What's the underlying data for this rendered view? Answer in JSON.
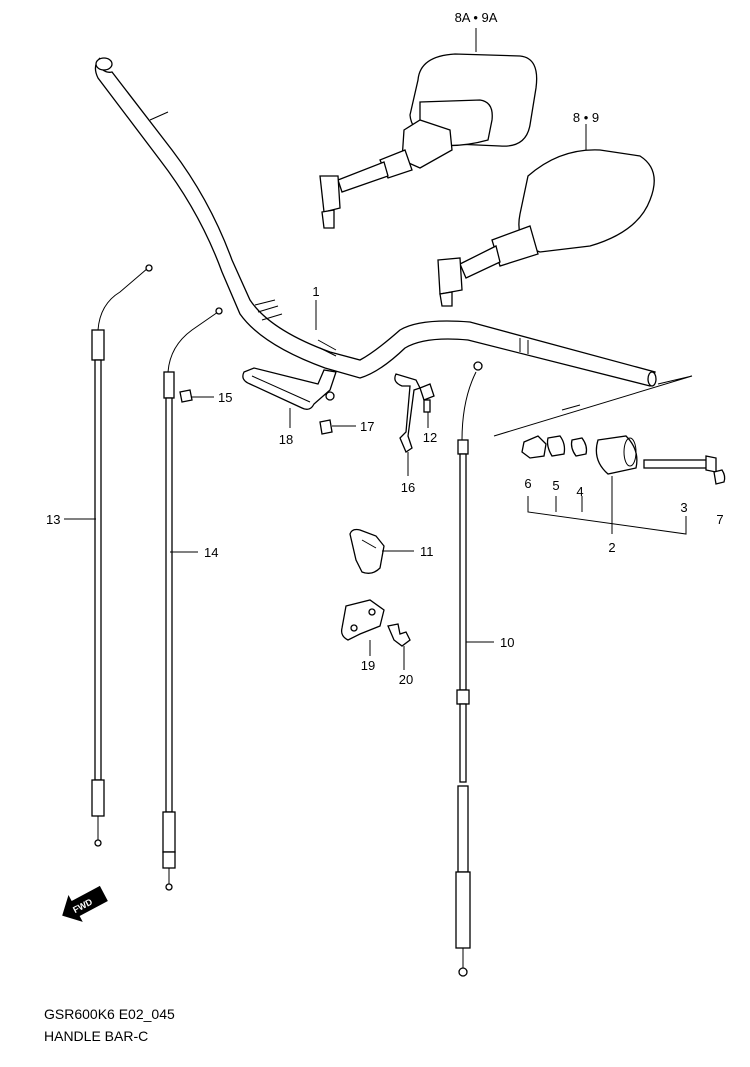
{
  "labels": {
    "p1": "1",
    "p2": "2",
    "p3": "3",
    "p4": "4",
    "p5": "5",
    "p6": "6",
    "p7": "7",
    "p8_9": "8 • 9",
    "p8a_9a": "8A • 9A",
    "p10": "10",
    "p11": "11",
    "p12": "12",
    "p13": "13",
    "p14": "14",
    "p15": "15",
    "p16": "16",
    "p17": "17",
    "p18": "18",
    "p19": "19",
    "p20": "20"
  },
  "fwd_badge": "FWD",
  "caption": {
    "model_code": "GSR600K6 E02_045",
    "title": "HANDLE BAR-C"
  }
}
